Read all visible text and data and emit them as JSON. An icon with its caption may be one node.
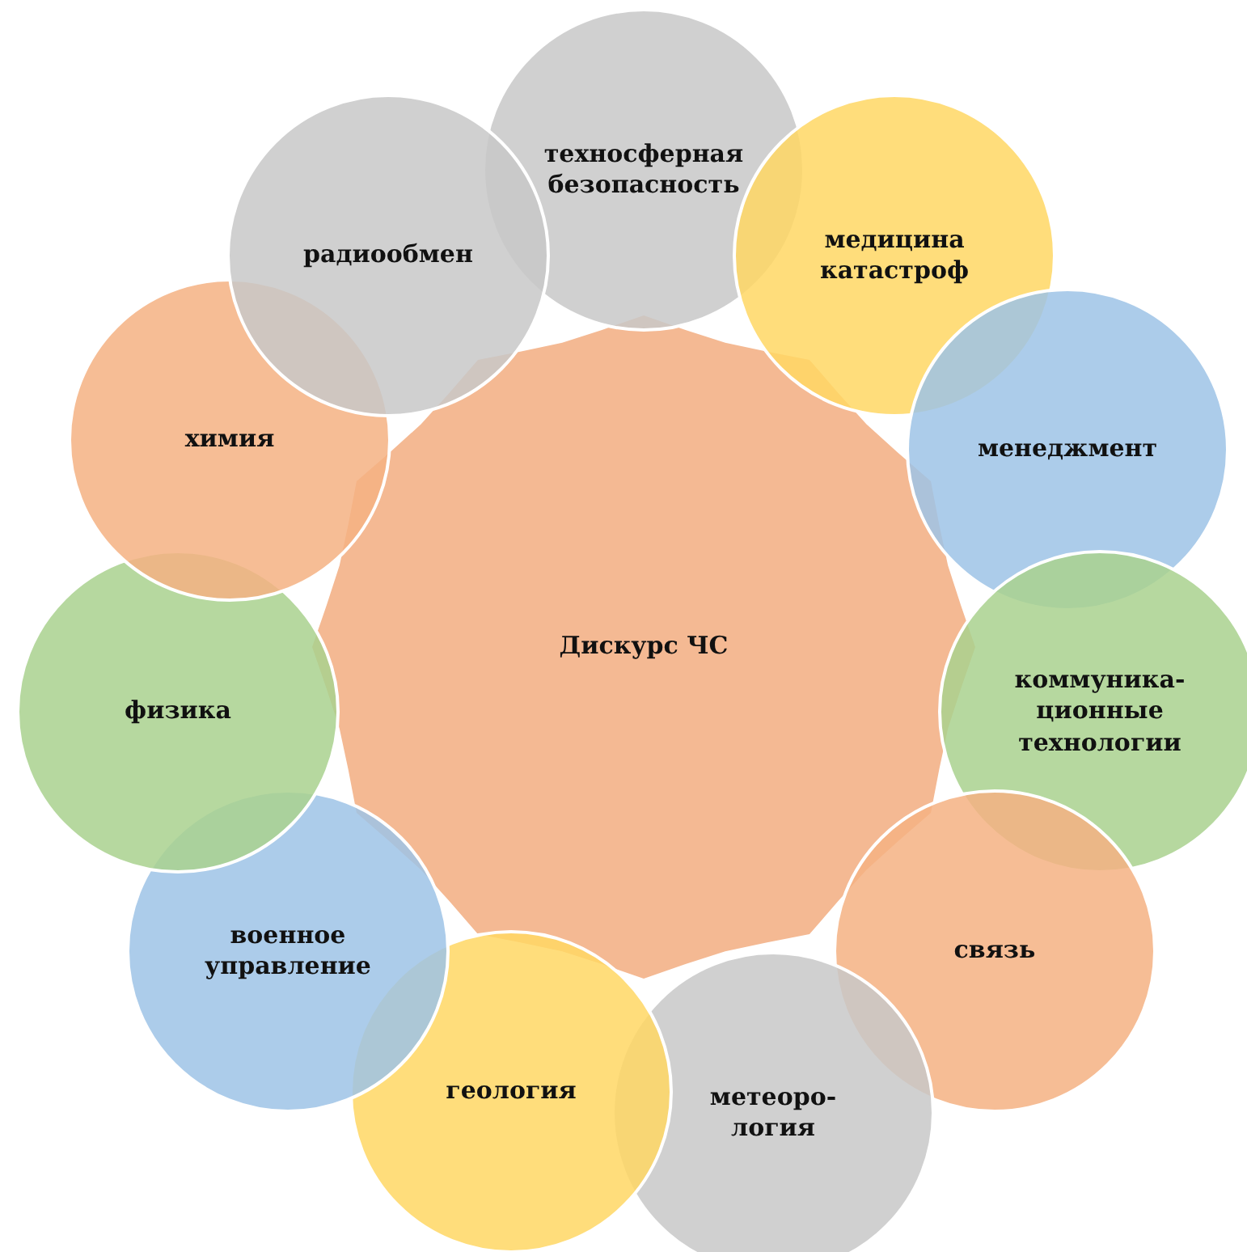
{
  "diagram": {
    "nodes": [
      {
        "text": [
          "Дискурс ЧС"
        ]
      },
      {
        "text": [
          "техносферная безопасность"
        ]
      },
      {
        "text": [
          "медицина катастроф"
        ]
      },
      {
        "text": [
          "менеджмент"
        ]
      },
      {
        "text": [
          "коммуника- ционные технологии"
        ]
      },
      {
        "text": [
          "связь"
        ]
      },
      {
        "text": [
          "метеоро- логия"
        ]
      },
      {
        "text": [
          "геология"
        ]
      },
      {
        "text": [
          "военное управление"
        ]
      },
      {
        "text": [
          "физика"
        ]
      },
      {
        "text": [
          "химия"
        ]
      },
      {
        "text": [
          "радиообмен"
        ]
      }
    ]
  }
}
